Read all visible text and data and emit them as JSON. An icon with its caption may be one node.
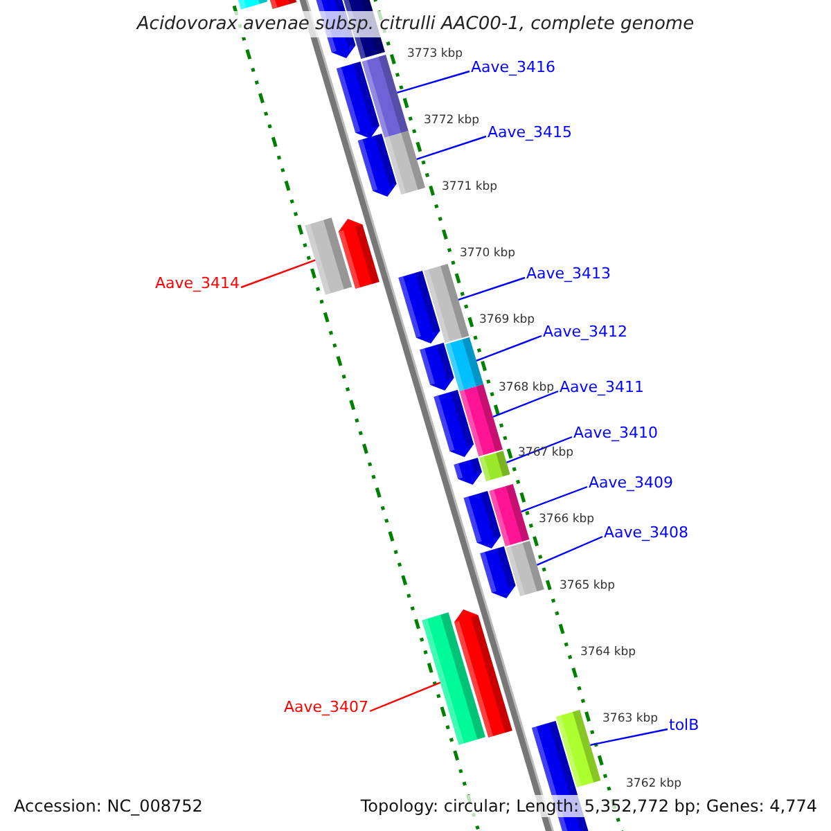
{
  "diagram": {
    "title": "Acidovorax avenae subsp. citrulli AAC00-1, complete genome",
    "nodes": [
      {
        "text": [
          "Aave_3416"
        ]
      },
      {
        "text": [],
        "shape": "bar"
      },
      {
        "text": [
          "Aave_3415"
        ]
      },
      {
        "text": [],
        "shape": "bar"
      },
      {
        "text": [
          "Aave_3414"
        ]
      },
      {
        "text": [],
        "shape": "bar"
      },
      {
        "text": [
          "Aave_3413"
        ]
      },
      {
        "text": [],
        "shape": "bar"
      },
      {
        "text": [
          "Aave_3412"
        ]
      },
      {
        "text": [],
        "shape": "bar"
      },
      {
        "text": [
          "Aave_3411"
        ]
      },
      {
        "text": [],
        "shape": "bar"
      },
      {
        "text": [
          "Aave_3410"
        ]
      },
      {
        "text": [],
        "shape": "bar"
      },
      {
        "text": [
          "Aave_3409"
        ]
      },
      {
        "text": [],
        "shape": "bar"
      },
      {
        "text": [
          "Aave_3408"
        ]
      },
      {
        "text": [],
        "shape": "bar"
      },
      {
        "text": [
          "Aave_3407"
        ]
      },
      {
        "text": [],
        "shape": "bar"
      },
      {
        "text": [
          "tolB"
        ]
      },
      {
        "text": [],
        "shape": "bar"
      }
    ],
    "edges": [
      {
        "from": 0,
        "to": 1,
        "arrow": "none"
      },
      {
        "from": 2,
        "to": 3,
        "arrow": "none"
      },
      {
        "from": 4,
        "to": 5,
        "arrow": "none",
        "color": "#ff0000"
      },
      {
        "from": 6,
        "to": 7,
        "arrow": "none"
      },
      {
        "from": 8,
        "to": 9,
        "arrow": "none"
      },
      {
        "from": 10,
        "to": 11,
        "arrow": "none"
      },
      {
        "from": 12,
        "to": 13,
        "arrow": "none"
      },
      {
        "from": 14,
        "to": 15,
        "arrow": "none"
      },
      {
        "from": 16,
        "to": 17,
        "arrow": "none"
      },
      {
        "from": 18,
        "to": 19,
        "arrow": "none",
        "color": "#ff0000"
      },
      {
        "from": 20,
        "to": 21,
        "arrow": "none"
      }
    ],
    "labels": [
      "3773 kbp",
      "3772 kbp",
      "3771 kbp",
      "3770 kbp",
      "3769 kbp",
      "3768 kbp",
      "3767 kbp",
      "3766 kbp",
      "3765 kbp",
      "3764 kbp",
      "3763 kbp",
      "3762 kbp",
      "Accession: NC_008752",
      "Topology: circular; Length: 5,352,772 bp; Genes: 4,774"
    ]
  }
}
